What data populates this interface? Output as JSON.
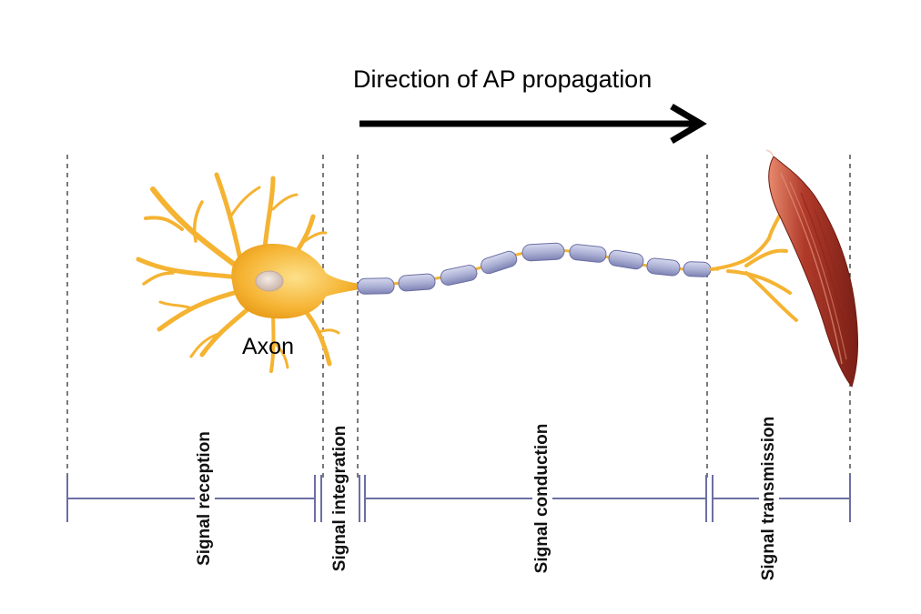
{
  "diagram": {
    "title": "Direction of AP propagation",
    "axon_label": "Axon",
    "stages": [
      {
        "label": "Signal reception"
      },
      {
        "label": "Signal integration"
      },
      {
        "label": "Signal conduction"
      },
      {
        "label": "Signal transmission"
      }
    ],
    "colors": {
      "neuron": "#f5b332",
      "myelin": "#a9aed3",
      "muscle": "#b03a2a",
      "bracket": "#6b6fa3",
      "arrow": "#000000"
    }
  }
}
